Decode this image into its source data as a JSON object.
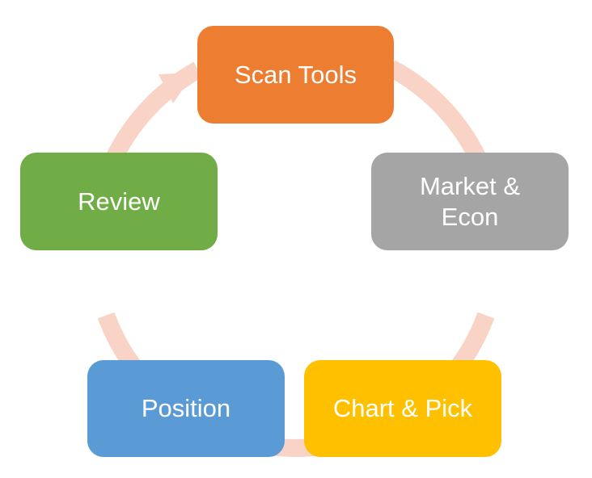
{
  "diagram": {
    "type": "cycle",
    "nodes": [
      {
        "id": "scan-tools",
        "label": "Scan Tools",
        "color": "#ED7D31"
      },
      {
        "id": "market-econ",
        "label": "Market &\nEcon",
        "color": "#A5A5A5"
      },
      {
        "id": "chart-pick",
        "label": "Chart & Pick",
        "color": "#FFC000"
      },
      {
        "id": "position",
        "label": "Position",
        "color": "#5B9BD5"
      },
      {
        "id": "review",
        "label": "Review",
        "color": "#70AD47"
      }
    ],
    "connector_color": "#F8D3C6",
    "flow_direction": "clockwise"
  }
}
